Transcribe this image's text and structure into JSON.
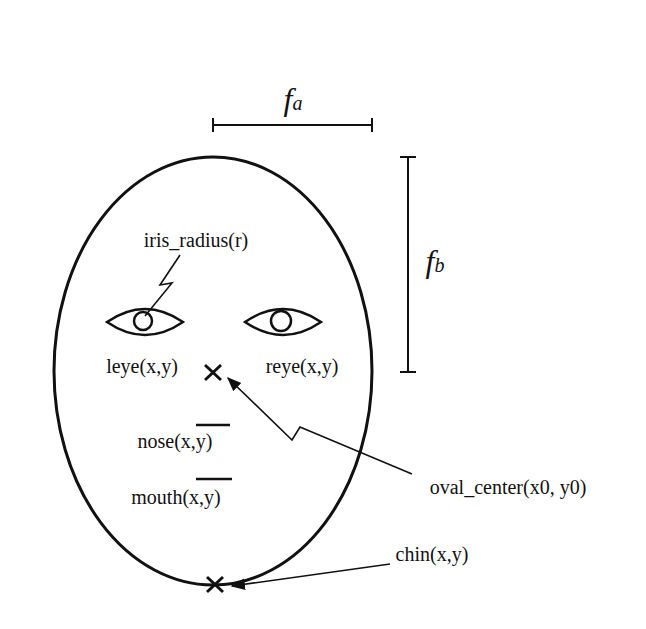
{
  "diagram": {
    "labels": [
      "fa",
      "fb",
      "iris_radius(r)",
      "leye(x,y)",
      "reye(x,y)",
      "nose(x,y)",
      "mouth(x,y)",
      "oval_center(x0, y0)",
      "chin(x,y)"
    ]
  }
}
